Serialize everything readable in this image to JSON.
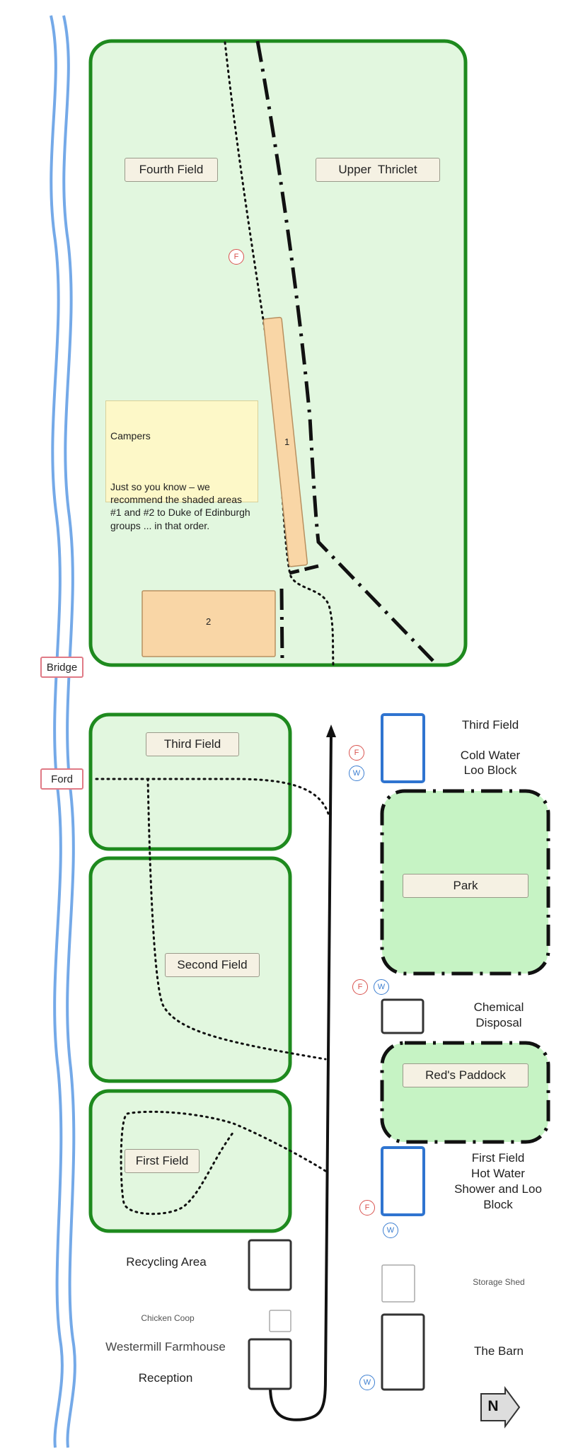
{
  "fields": {
    "fourth": "Fourth Field",
    "upper_thriclet": "Upper  Thriclet",
    "third": "Third Field",
    "second": "Second Field",
    "first": "First Field",
    "park": "Park",
    "reds_paddock": "Red's Paddock"
  },
  "crossings": {
    "bridge": "Bridge",
    "ford": "Ford"
  },
  "note": {
    "title": "Campers",
    "body": "Just so you know – we recommend the shaded areas #1 and #2 to Duke of Edinburgh groups ... in that order."
  },
  "plots": {
    "one": "1",
    "two": "2"
  },
  "buildings": {
    "third_field_block": "Third Field\n\nCold Water\nLoo Block",
    "chemical_disposal": "Chemical\nDisposal",
    "first_field_block": "First Field\nHot Water\nShower and Loo\nBlock",
    "storage_shed": "Storage Shed",
    "the_barn": "The Barn",
    "recycling_area": "Recycling Area",
    "chicken_coop": "Chicken Coop",
    "farmhouse": "Westermill Farmhouse",
    "reception": "Reception"
  },
  "markers": {
    "fire": "F",
    "water": "W"
  },
  "compass": "N",
  "colors": {
    "river": "#74a9e8",
    "field_border": "#1e8a1e",
    "field_fill": "#e2f7df",
    "bright_fill": "#c6f3c4",
    "plot_fill": "#f9d6a6",
    "block_border": "#2f74d0",
    "tag_border": "#e07a86"
  }
}
